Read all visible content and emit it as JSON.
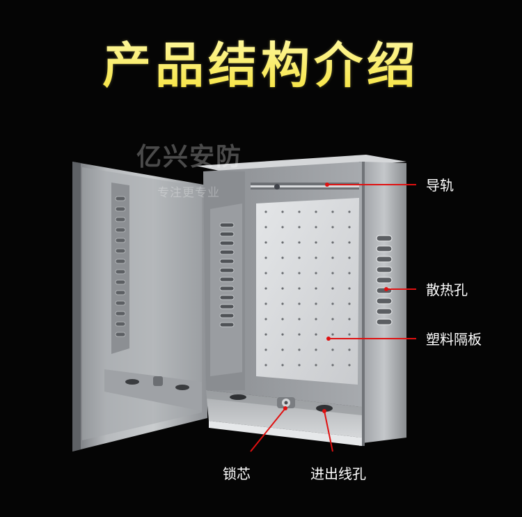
{
  "title": "产品结构介绍",
  "watermark": {
    "brand": "亿兴安防",
    "slogan": "专注更专业"
  },
  "labels": {
    "rail": "导轨",
    "vents": "散热孔",
    "plastic_board": "塑料隔板",
    "lock": "锁芯",
    "cable_hole": "进出线孔"
  },
  "colors": {
    "background": "#050505",
    "title": "#f6e23a",
    "pointer": "#e01010",
    "steel": "#b9bcc0"
  }
}
